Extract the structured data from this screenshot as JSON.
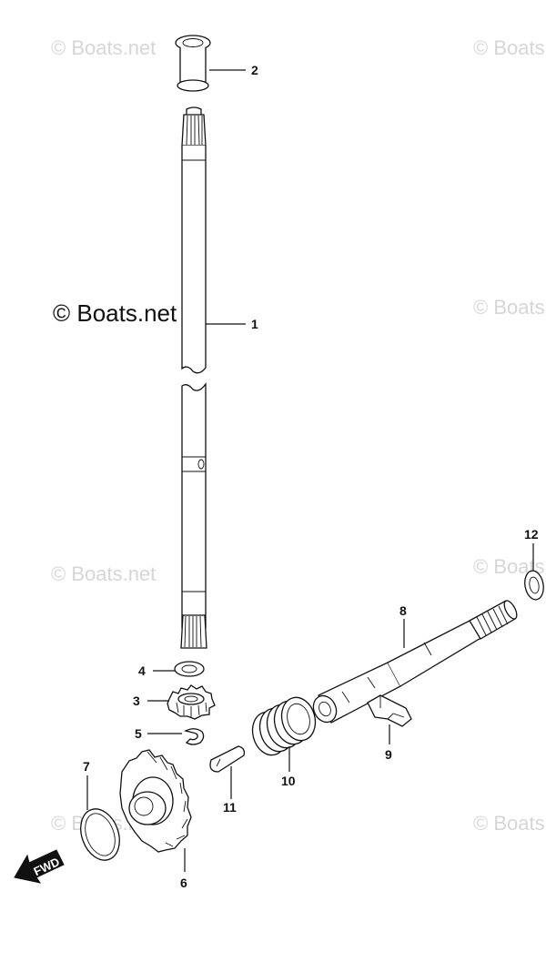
{
  "watermark": {
    "text": "© Boats.net",
    "main_text": "© Boats.net"
  },
  "direction_arrow": {
    "label": "FWD"
  },
  "callouts": [
    {
      "id": "c1",
      "label": "1"
    },
    {
      "id": "c2",
      "label": "2"
    },
    {
      "id": "c3",
      "label": "3"
    },
    {
      "id": "c4",
      "label": "4"
    },
    {
      "id": "c5",
      "label": "5"
    },
    {
      "id": "c6",
      "label": "6"
    },
    {
      "id": "c7",
      "label": "7"
    },
    {
      "id": "c8",
      "label": "8"
    },
    {
      "id": "c9",
      "label": "9"
    },
    {
      "id": "c10",
      "label": "10"
    },
    {
      "id": "c11",
      "label": "11"
    },
    {
      "id": "c12",
      "label": "12"
    }
  ]
}
